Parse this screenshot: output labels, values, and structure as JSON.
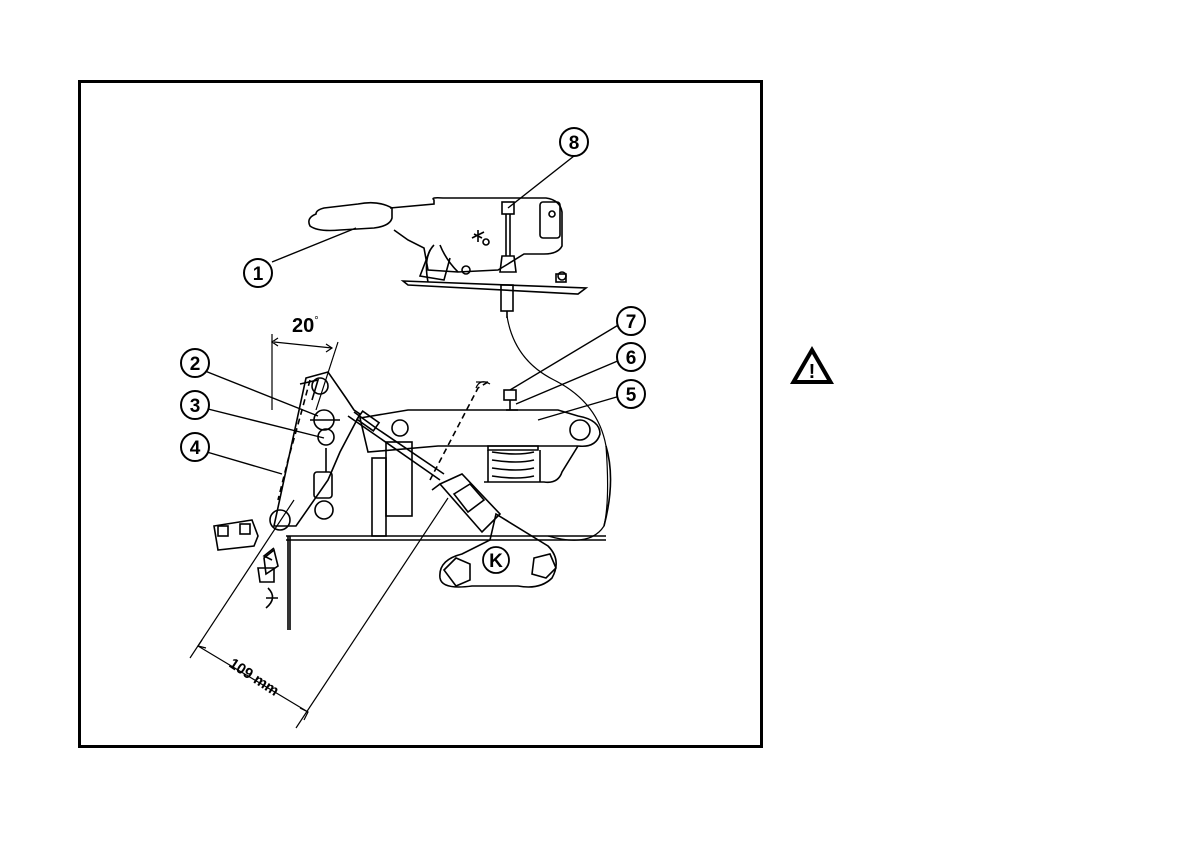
{
  "figure": {
    "angle_label": "20",
    "angle_unit": "°",
    "dimension_label": "109 mm",
    "component_label": "K",
    "callouts": [
      {
        "id": "1"
      },
      {
        "id": "2"
      },
      {
        "id": "3"
      },
      {
        "id": "4"
      },
      {
        "id": "5"
      },
      {
        "id": "6"
      },
      {
        "id": "7"
      },
      {
        "id": "8"
      }
    ]
  },
  "warning": {
    "icon": "warning-triangle-icon",
    "symbol": "!"
  }
}
